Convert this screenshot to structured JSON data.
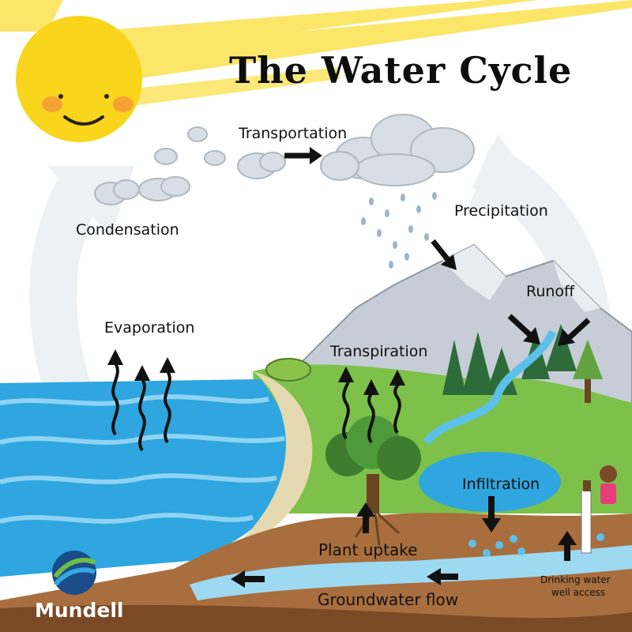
{
  "title": "The Water Cycle",
  "labels": {
    "transportation": "Transportation",
    "condensation": "Condensation",
    "precipitation": "Precipitation",
    "evaporation": "Evaporation",
    "runoff": "Runoff",
    "transpiration": "Transpiration",
    "infiltration": "Infiltration",
    "plant_uptake": "Plant uptake",
    "groundwater_flow": "Groundwater flow",
    "drinking_water_line1": "Drinking water",
    "drinking_water_line2": "well access"
  },
  "brand": {
    "name": "Mundell"
  },
  "colors": {
    "sun": "#F9D51B",
    "sky_rays": "#FCE66A",
    "ocean": "#2FA6DF",
    "ocean_light": "#8FD3F3",
    "grass": "#7DC14A",
    "soil": "#A86E3E",
    "soil_dark": "#7A4A26",
    "mountain": "#C6CDD6",
    "cycle_arrow": "#EEF1F4",
    "cloud": "#D7DEE6",
    "arrow": "#111111"
  }
}
